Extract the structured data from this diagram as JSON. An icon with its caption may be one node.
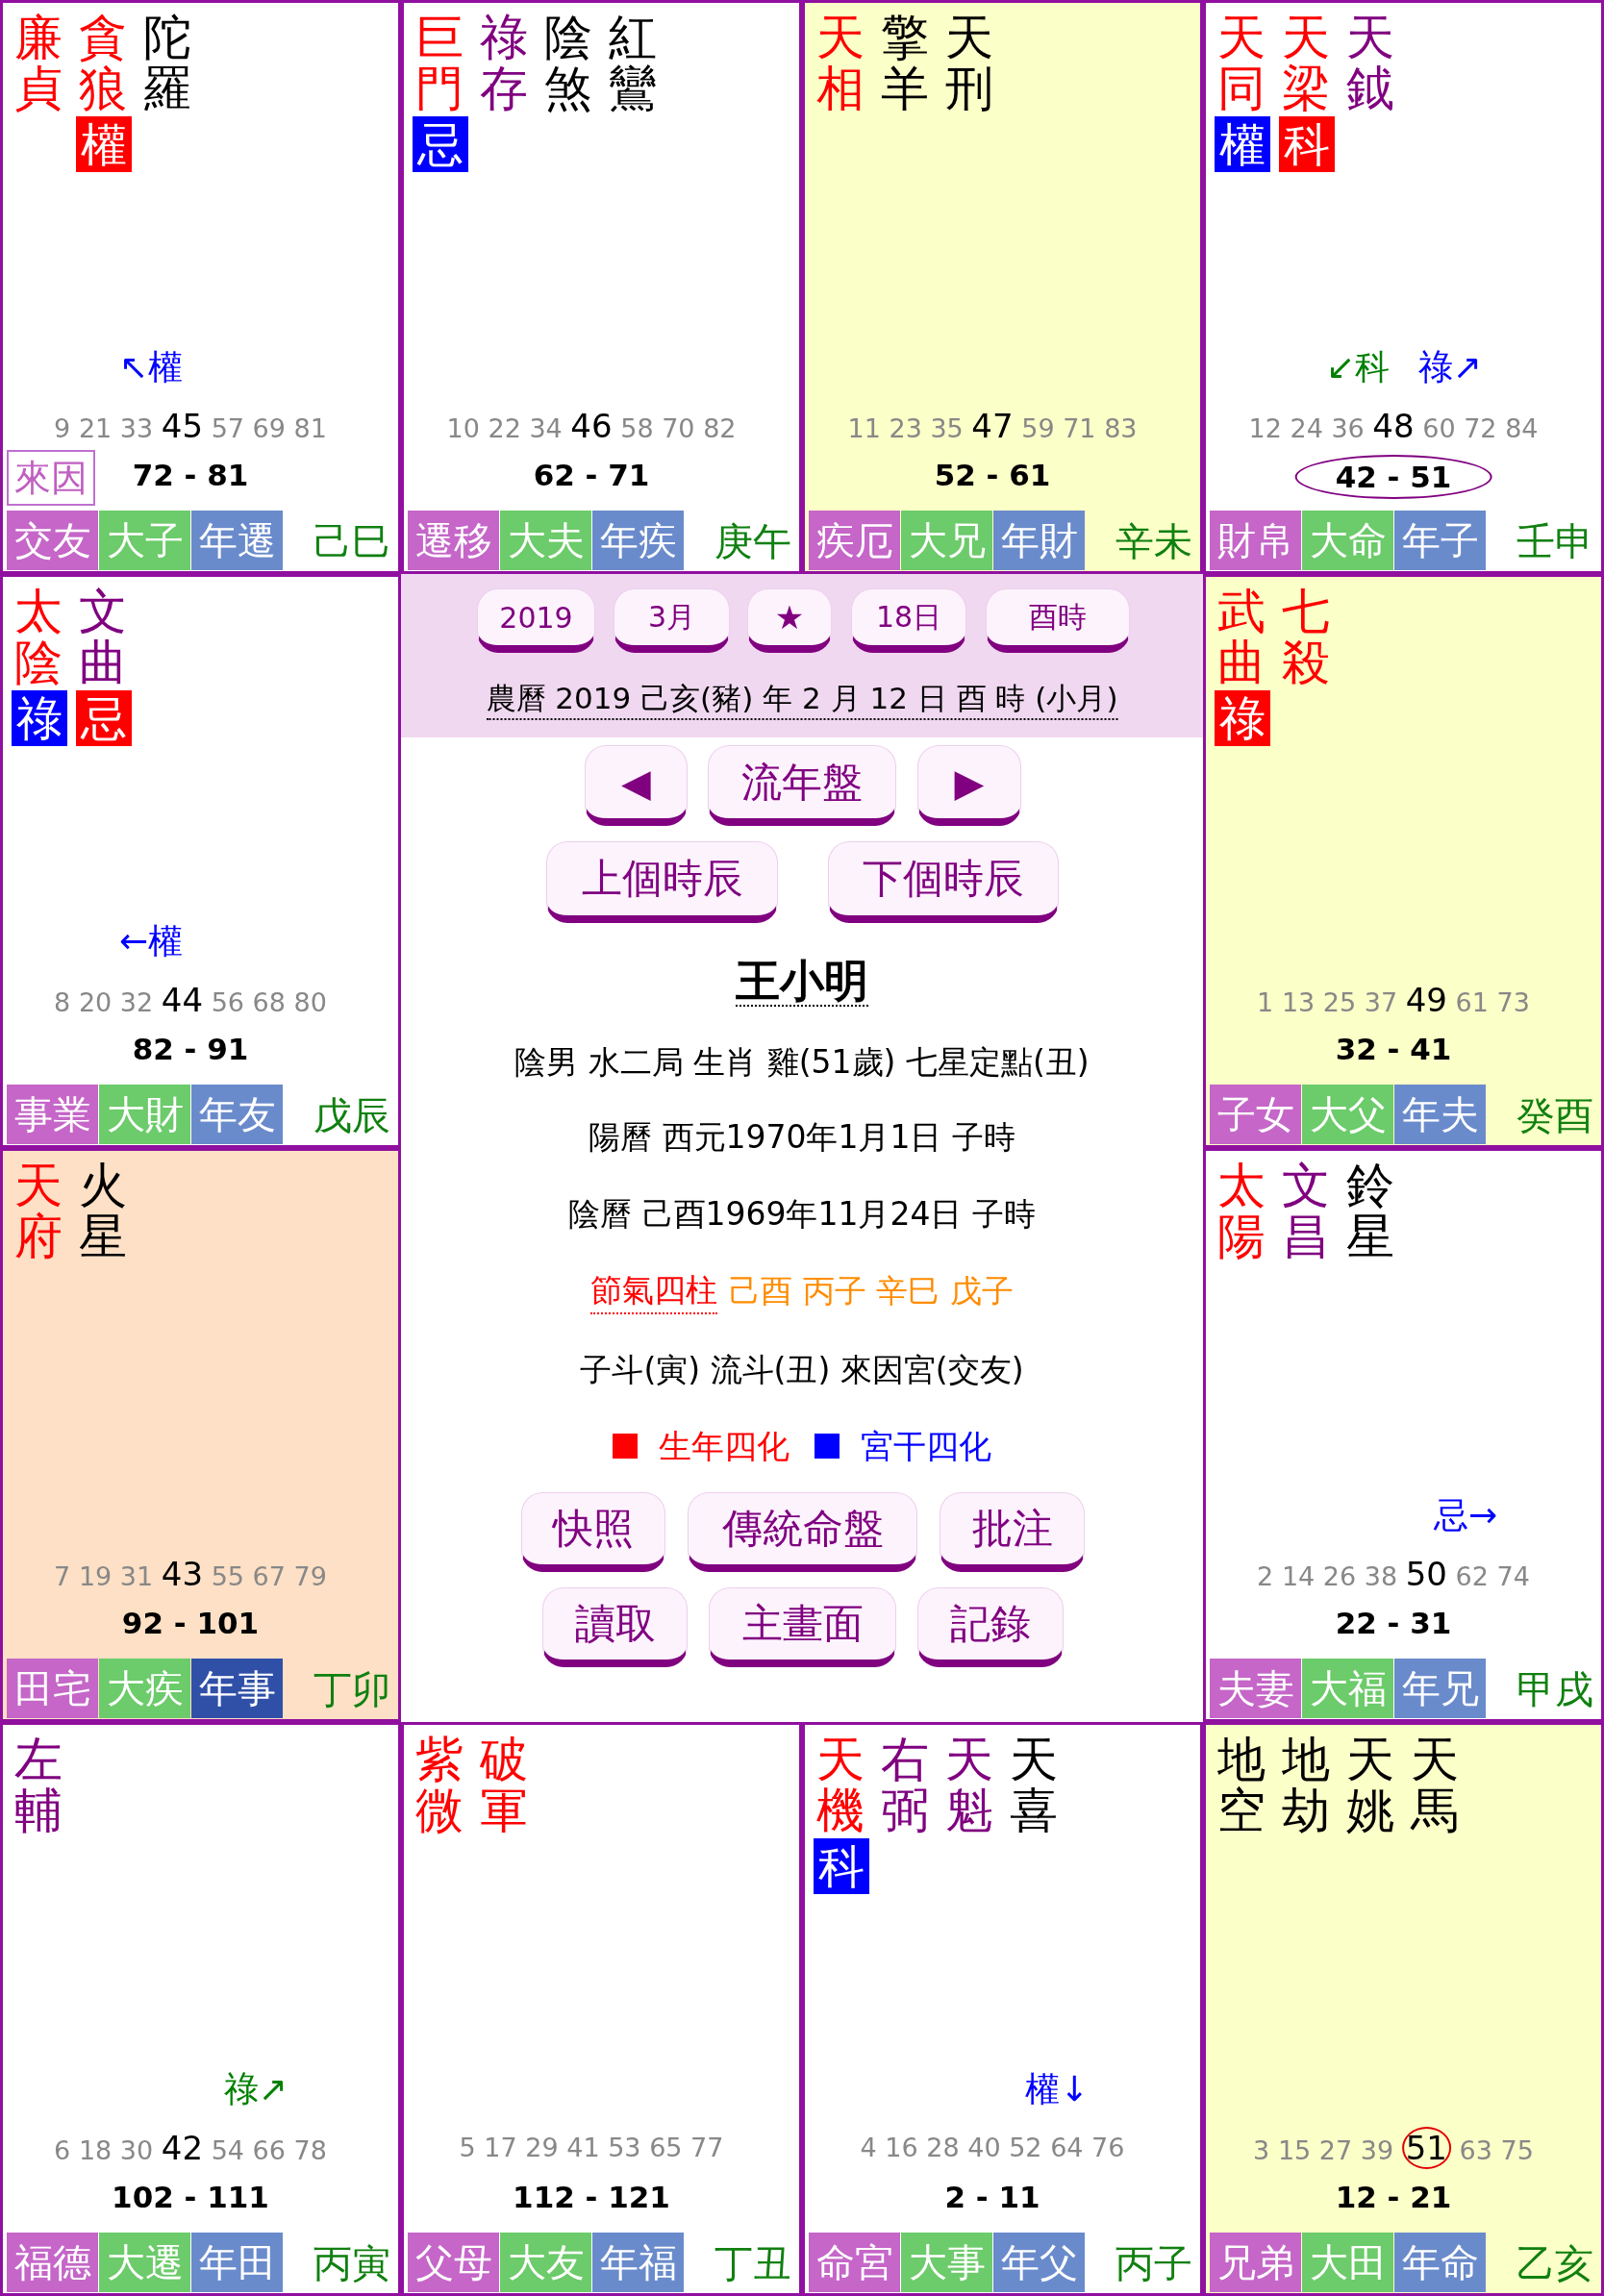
{
  "diagram": {
    "nodes": [
      {
        "text": [
          "廉貞",
          "貪狼",
          "陀羅",
          "↖權",
          "9 21 33 45 57 69 81",
          "72 - 81",
          "己巳"
        ]
      },
      {
        "text": [
          "巨門",
          "祿存",
          "陰煞",
          "紅鸞",
          "10 22 34 46 58 70 82",
          "62 - 71",
          "庚午"
        ]
      },
      {
        "text": [
          "天相",
          "擎羊",
          "天刑",
          "11 23 35 47 59 71 83",
          "52 - 61",
          "辛未"
        ]
      },
      {
        "text": [
          "天同",
          "天梁",
          "天鉞",
          "↙科",
          "祿↗",
          "12 24 36 48 60 72 84",
          "42 - 51",
          "壬申"
        ]
      },
      {
        "text": [
          "太陰",
          "文曲",
          "←權",
          "8 20 32 44 56 68 80",
          "82 - 91",
          "戊辰"
        ]
      },
      {
        "text": [
          "武曲",
          "七殺",
          "1 13 25 37 49 61 73",
          "32 - 41",
          "癸酉"
        ]
      },
      {
        "text": [
          "天府",
          "火星",
          "7 19 31 43 55 67 79",
          "92 - 101",
          "丁卯"
        ]
      },
      {
        "text": [
          "太陽",
          "文昌",
          "鈴星",
          "忌→",
          "2 14 26 38 50 62 74",
          "22 - 31",
          "甲戌"
        ]
      },
      {
        "text": [
          "左輔",
          "祿↗",
          "6 18 30 42 54 66 78",
          "102 - 111",
          "丙寅"
        ]
      },
      {
        "text": [
          "紫微",
          "破軍",
          "5 17 29 41 53 65 77",
          "112 - 121",
          "丁丑"
        ]
      },
      {
        "text": [
          "天機",
          "右弼",
          "天魁",
          "天喜",
          "權↓",
          "4 16 28 40 52 64 76",
          "2 - 11",
          "丙子"
        ]
      },
      {
        "text": [
          "地空",
          "地劫",
          "天姚",
          "天馬",
          "3 15 27 39 51 63 75",
          "12 - 21",
          "乙亥"
        ]
      },
      {
        "text": [
          "王小明",
          "陰男 水二局 生肖 雞(51歲) 七星定點(丑)",
          "陽曆 西元1970年1月1日 子時",
          "陰曆 己酉1969年11月24日 子時",
          "節氣四柱",
          "己酉 丙子 辛巳 戊子",
          "子斗(寅) 流斗(丑) 來因宮(交友)"
        ]
      },
      {
        "text": [
          "農曆 2019 己亥(豬) 年 2 月 12 日 酉 時 (小月)"
        ],
        "in": 12
      },
      {
        "text": [
          "2019"
        ],
        "in": 13
      },
      {
        "text": [
          "3月"
        ],
        "in": 13
      },
      {
        "text": [
          "★"
        ],
        "in": 13
      },
      {
        "text": [
          "18日"
        ],
        "in": 13
      },
      {
        "text": [
          "酉時"
        ],
        "in": 13
      },
      {
        "text": [
          "◀"
        ],
        "in": 12
      },
      {
        "text": [
          "流年盤"
        ],
        "in": 12
      },
      {
        "text": [
          "▶"
        ],
        "in": 12
      },
      {
        "text": [
          "上個時辰"
        ],
        "in": 12
      },
      {
        "text": [
          "下個時辰"
        ],
        "in": 12
      },
      {
        "text": [
          "快照"
        ],
        "in": 12
      },
      {
        "text": [
          "傳統命盤"
        ],
        "in": 12
      },
      {
        "text": [
          "批注"
        ],
        "in": 12
      },
      {
        "text": [
          "讀取"
        ],
        "in": 12
      },
      {
        "text": [
          "主畫面"
        ],
        "in": 12
      },
      {
        "text": [
          "記錄"
        ],
        "in": 12
      },
      {
        "text": [
          "權"
        ],
        "in": 0
      },
      {
        "text": [
          "來因"
        ],
        "in": 0
      },
      {
        "text": [
          "交友"
        ],
        "in": 0
      },
      {
        "text": [
          "大子"
        ],
        "in": 0
      },
      {
        "text": [
          "年遷"
        ],
        "in": 0
      },
      {
        "text": [
          "忌"
        ],
        "in": 1
      },
      {
        "text": [
          "遷移"
        ],
        "in": 1
      },
      {
        "text": [
          "大夫"
        ],
        "in": 1
      },
      {
        "text": [
          "年疾"
        ],
        "in": 1
      },
      {
        "text": [
          "疾厄"
        ],
        "in": 2
      },
      {
        "text": [
          "大兄"
        ],
        "in": 2
      },
      {
        "text": [
          "年財"
        ],
        "in": 2
      },
      {
        "text": [
          "權"
        ],
        "in": 3
      },
      {
        "text": [
          "科"
        ],
        "in": 3
      },
      {
        "text": [
          "財帛"
        ],
        "in": 3
      },
      {
        "text": [
          "大命"
        ],
        "in": 3
      },
      {
        "text": [
          "年子"
        ],
        "in": 3
      },
      {
        "text": [
          "祿"
        ],
        "in": 4
      },
      {
        "text": [
          "忌"
        ],
        "in": 4
      },
      {
        "text": [
          "事業"
        ],
        "in": 4
      },
      {
        "text": [
          "大財"
        ],
        "in": 4
      },
      {
        "text": [
          "年友"
        ],
        "in": 4
      },
      {
        "text": [
          "祿"
        ],
        "in": 5
      },
      {
        "text": [
          "子女"
        ],
        "in": 5
      },
      {
        "text": [
          "大父"
        ],
        "in": 5
      },
      {
        "text": [
          "年夫"
        ],
        "in": 5
      },
      {
        "text": [
          "田宅"
        ],
        "in": 6
      },
      {
        "text": [
          "大疾"
        ],
        "in": 6
      },
      {
        "text": [
          "年事"
        ],
        "in": 6
      },
      {
        "text": [
          "夫妻"
        ],
        "in": 7
      },
      {
        "text": [
          "大福"
        ],
        "in": 7
      },
      {
        "text": [
          "年兄"
        ],
        "in": 7
      },
      {
        "text": [
          "福德"
        ],
        "in": 8
      },
      {
        "text": [
          "大遷"
        ],
        "in": 8
      },
      {
        "text": [
          "年田"
        ],
        "in": 8
      },
      {
        "text": [
          "父母"
        ],
        "in": 9
      },
      {
        "text": [
          "大友"
        ],
        "in": 9
      },
      {
        "text": [
          "年福"
        ],
        "in": 9
      },
      {
        "text": [
          "科"
        ],
        "in": 10
      },
      {
        "text": [
          "命宮"
        ],
        "in": 10
      },
      {
        "text": [
          "大事"
        ],
        "in": 10
      },
      {
        "text": [
          "年父"
        ],
        "in": 10
      },
      {
        "text": [
          "兄弟"
        ],
        "in": 11
      },
      {
        "text": [
          "大田"
        ],
        "in": 11
      },
      {
        "text": [
          "年命"
        ],
        "in": 11
      }
    ],
    "legend": [
      {
        "text": "生年四化",
        "color": "#ff0000"
      },
      {
        "text": "宮干四化",
        "color": "#0000ff"
      }
    ]
  }
}
